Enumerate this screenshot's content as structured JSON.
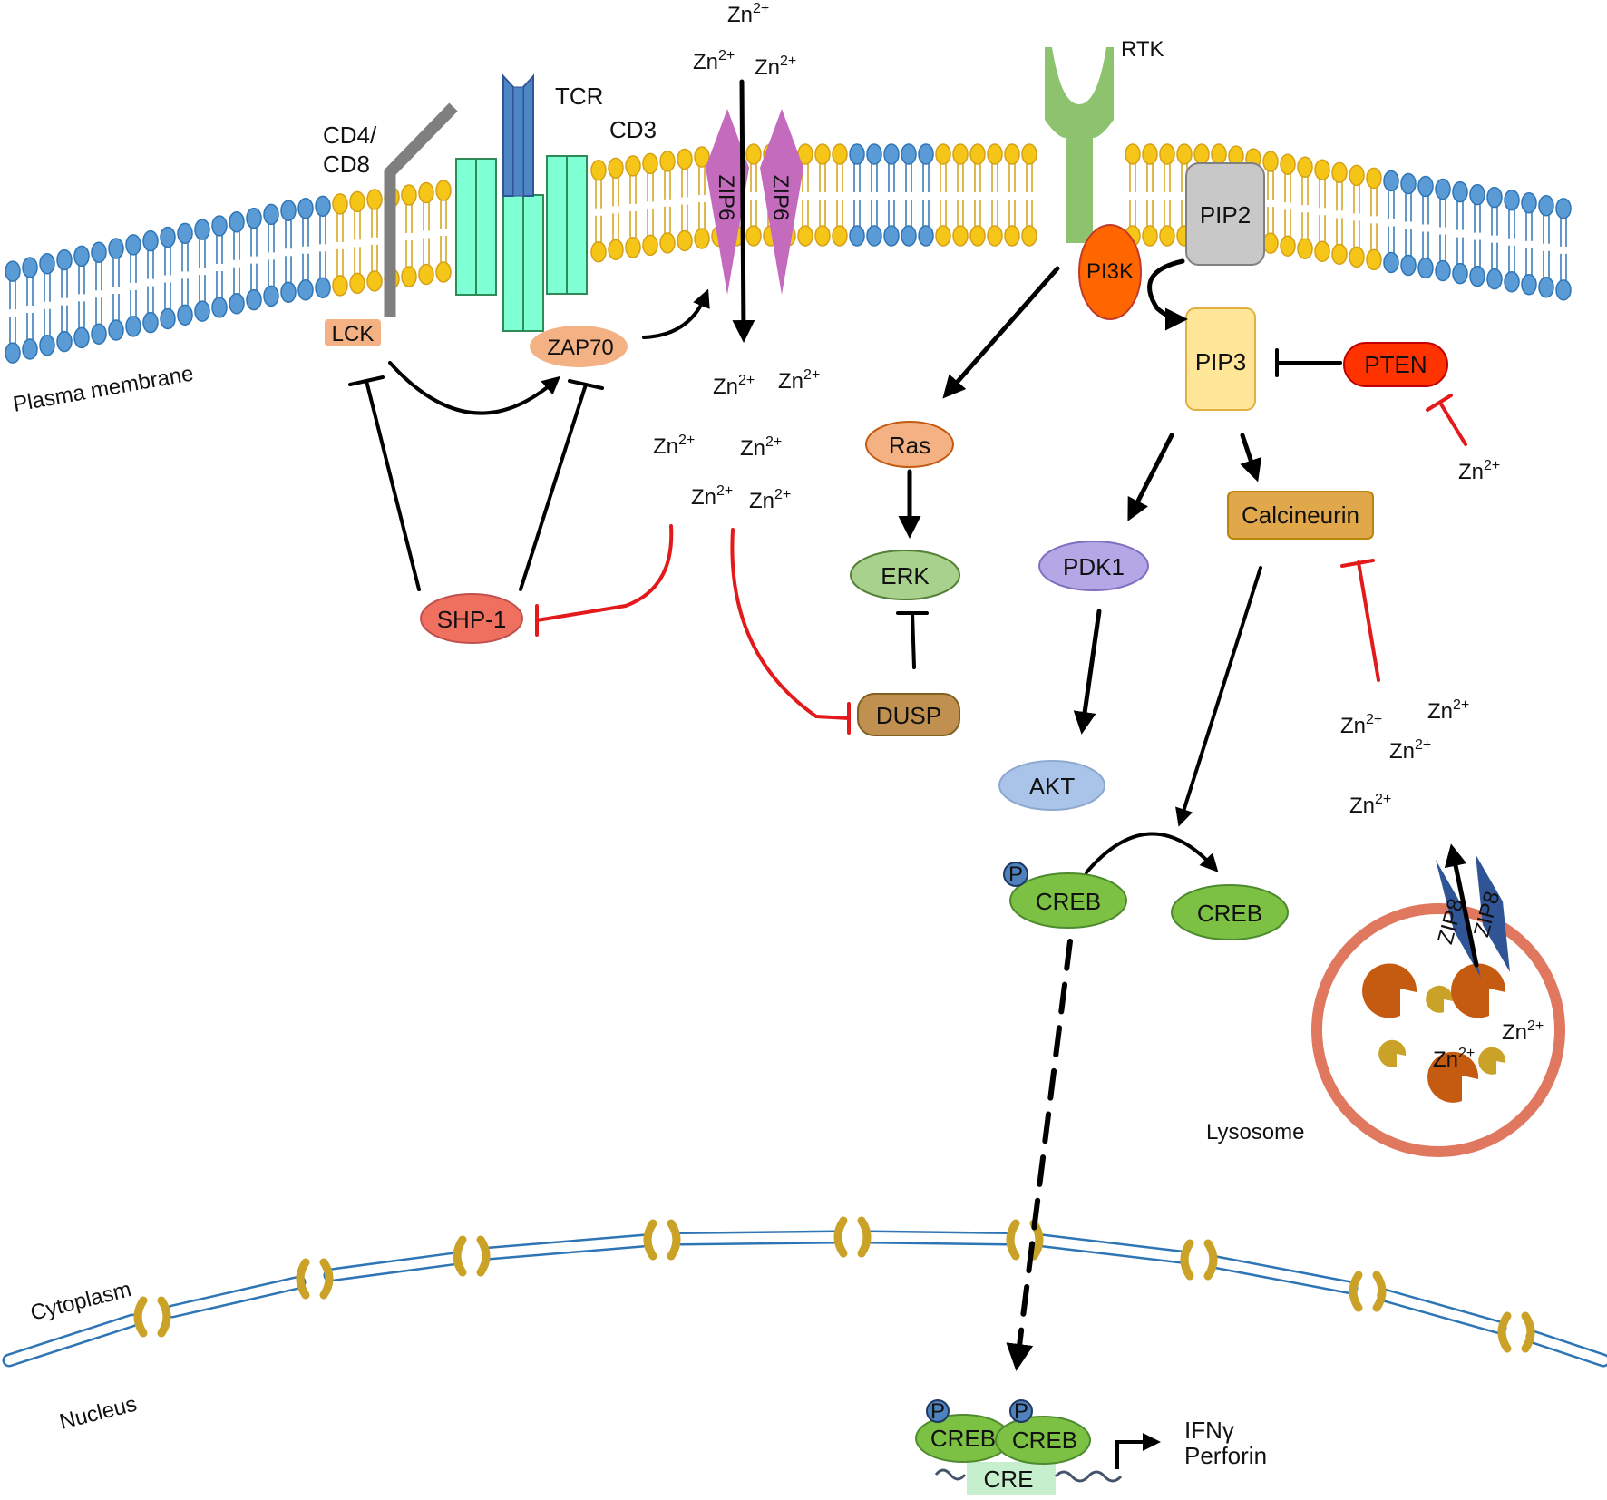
{
  "labels": {
    "tcr": "TCR",
    "cd3": "CD3",
    "cd4_line1": "CD4/",
    "cd4_line2": "CD8",
    "lck": "LCK",
    "zap70": "ZAP70",
    "zip6": "ZIP6",
    "rtk": "RTK",
    "pip2": "PIP2",
    "pi3k": "PI3K",
    "pip3": "PIP3",
    "pten": "PTEN",
    "ras": "Ras",
    "erk": "ERK",
    "dusp": "DUSP",
    "shp1": "SHP-1",
    "pdk1": "PDK1",
    "akt": "AKT",
    "calcineurin": "Calcineurin",
    "creb": "CREB",
    "p": "P",
    "zip8": "ZIP8",
    "lysosome": "Lysosome",
    "plasma_membrane": "Plasma membrane",
    "cytoplasm": "Cytoplasm",
    "nucleus": "Nucleus",
    "cre": "CRE",
    "ifng": "IFNγ",
    "perforin": "Perforin",
    "zn_base": "Zn",
    "zn_charge": "2+"
  },
  "colors": {
    "membrane_blue": "#5b9bd5",
    "membrane_yellow": "#f5c518",
    "tcr_blue": "#4e86c4",
    "cd3_teal": "#7fffd4",
    "cd4_gray": "#7f7f7f",
    "lck_orange": "#f4b183",
    "zip6_purple": "#c46bbd",
    "rtk_green": "#8dc26f",
    "pip2_gray": "#c8c8c8",
    "pi3k_orange": "#ff6600",
    "pip3_yellow": "#ffe699",
    "pten_red": "#ff3300",
    "ras_orange": "#f4b183",
    "erk_green": "#a9d18e",
    "dusp_brown": "#c09050",
    "shp1_red": "#f07060",
    "pdk1_purple": "#b4a7e6",
    "akt_blue": "#a9c4e8",
    "calcineurin_gold": "#e0a84a",
    "creb_green": "#7cc144",
    "p_blue": "#4f81bd",
    "zip8_navy": "#2f5597",
    "lysosome_ring": "#e07860",
    "nuclear_pore": "#c9a227",
    "inhibit_red": "#e31a1c"
  }
}
